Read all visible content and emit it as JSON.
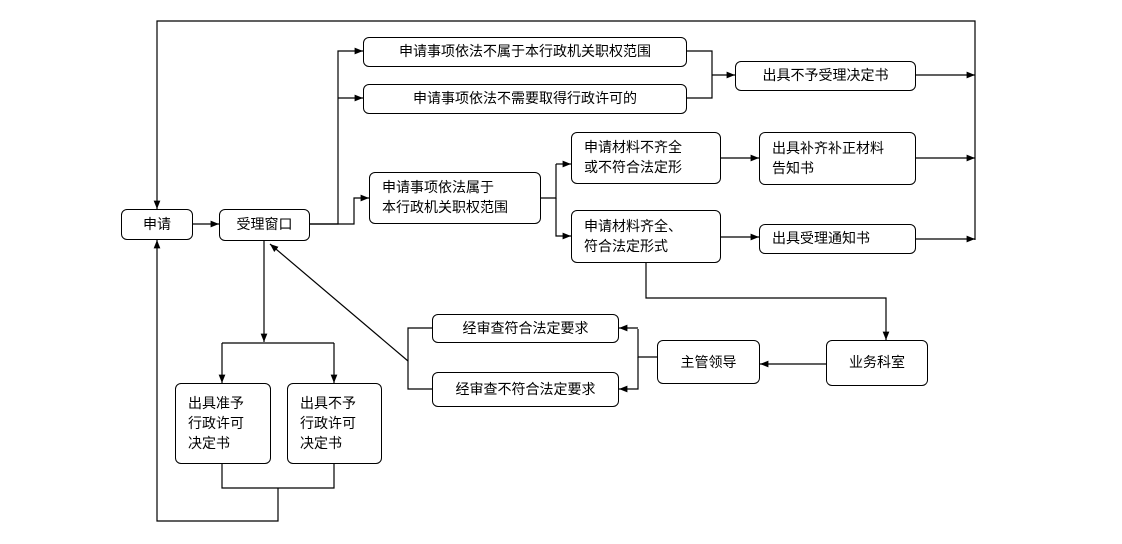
{
  "nodes": {
    "apply": "申请",
    "window": "受理窗口",
    "not_in_scope": "申请事项依法不属于本行政机关职权范围",
    "no_permit_needed": "申请事项依法不需要取得行政许可的",
    "reject_acceptance": "出具不予受理决定书",
    "in_scope": "申请事项依法属于\n本行政机关职权范围",
    "materials_incomplete": "申请材料不齐全\n或不符合法定形",
    "supplement_notice": "出具补齐补正材料\n告知书",
    "materials_complete": "申请材料齐全、\n符合法定形式",
    "acceptance_notice": "出具受理通知书",
    "business_dept": "业务科室",
    "supervisor": "主管领导",
    "review_pass": "经审查符合法定要求",
    "review_fail": "经审查不符合法定要求",
    "grant_decision": "出具准予\n行政许可\n决定书",
    "deny_decision": "出具不予\n行政许可\n决定书"
  }
}
